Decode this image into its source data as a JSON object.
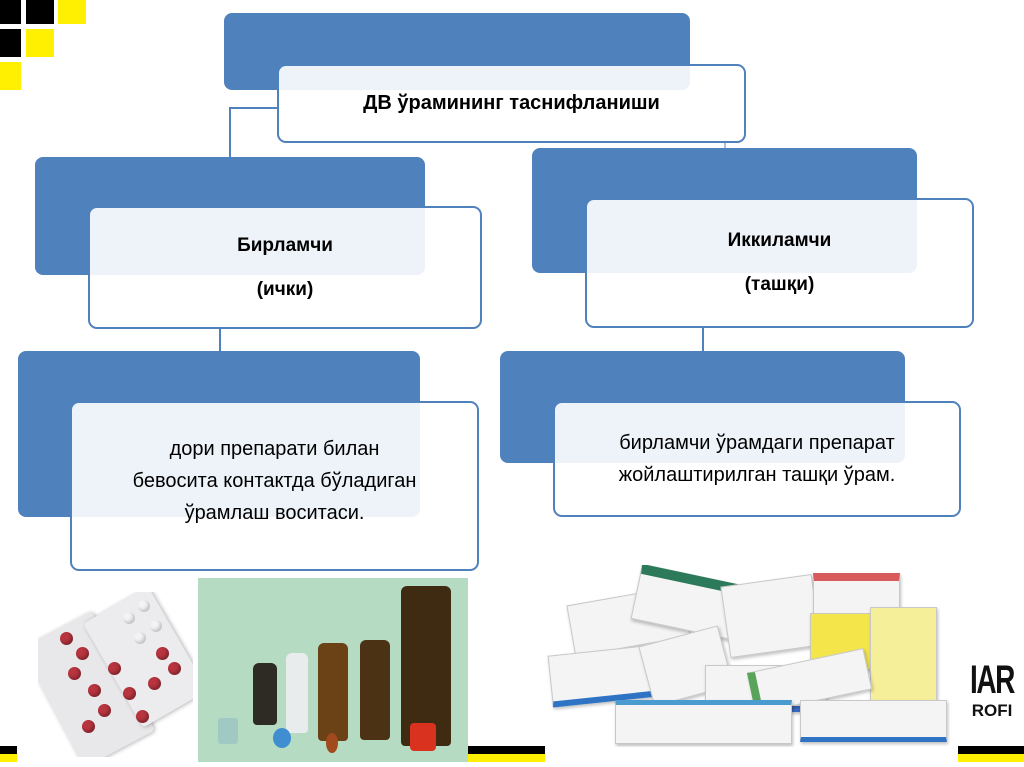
{
  "title": "ДВ ўрамининг таснифланиши",
  "primary": {
    "title": "Бирламчи",
    "subtitle": "(ички)",
    "description": [
      "дори препарати билан",
      "бевосита контактда бўладиган",
      "ўрамлаш воситаси."
    ]
  },
  "secondary": {
    "title": "Иккиламчи",
    "subtitle": "(ташқи)",
    "description": [
      "бирламчи ўрамдаги препарат",
      "жойлаштирилган ташқи ўрам."
    ]
  },
  "logo": {
    "line1": "IAR",
    "line2": "ROFI"
  },
  "colors": {
    "accent": "#4f81bd",
    "yellow": "#ffef00",
    "black": "#000000"
  }
}
